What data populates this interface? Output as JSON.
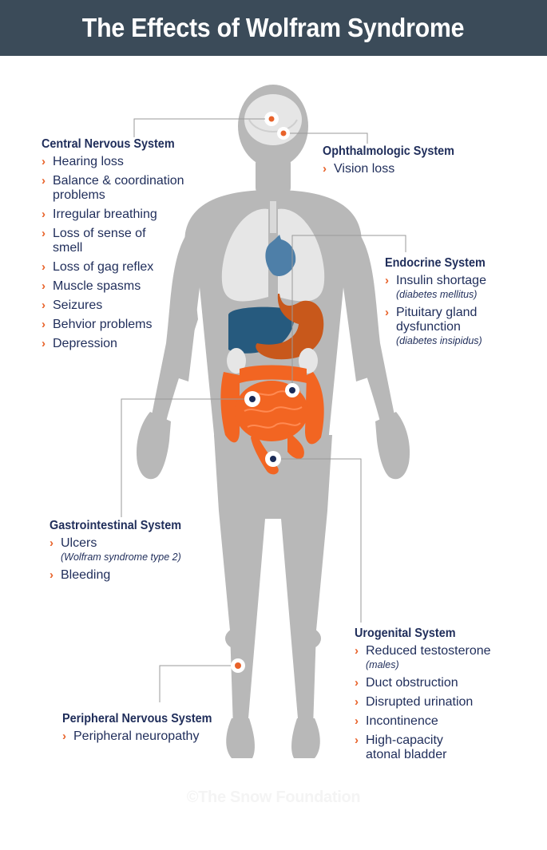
{
  "title": "The Effects of Wolfram Syndrome",
  "colors": {
    "header_bg": "#3b4b59",
    "body_gray": "#b8b8b8",
    "lung_gray": "#e6e6e6",
    "organ_blue": "#265a7e",
    "intestine_orange": "#f26522",
    "stomach_orange": "#c8581b",
    "text_navy": "#1f2d5a",
    "bullet_orange": "#e8622a"
  },
  "sections": {
    "cns": {
      "heading": "Central Nervous System",
      "items": [
        {
          "text": "Hearing loss"
        },
        {
          "text": "Balance & coordination problems"
        },
        {
          "text": "Irregular breathing"
        },
        {
          "text": "Loss of sense of smell"
        },
        {
          "text": "Loss of gag reflex"
        },
        {
          "text": "Muscle spasms"
        },
        {
          "text": "Seizures"
        },
        {
          "text": "Behvior problems"
        },
        {
          "text": "Depression"
        }
      ]
    },
    "ophthalmologic": {
      "heading": "Ophthalmologic System",
      "items": [
        {
          "text": "Vision loss"
        }
      ]
    },
    "endocrine": {
      "heading": "Endocrine System",
      "items": [
        {
          "text": "Insulin shortage",
          "note": "(diabetes mellitus)"
        },
        {
          "text": "Pituitary gland dysfunction",
          "note": "(diabetes insipidus)"
        }
      ]
    },
    "gastrointestinal": {
      "heading": "Gastrointestinal System",
      "items": [
        {
          "text": "Ulcers",
          "note": "(Wolfram syndrome type 2)"
        },
        {
          "text": "Bleeding"
        }
      ]
    },
    "urogenital": {
      "heading": "Urogenital System",
      "items": [
        {
          "text": "Reduced testosterone",
          "note": "(males)"
        },
        {
          "text": "Duct obstruction"
        },
        {
          "text": "Disrupted urination"
        },
        {
          "text": "Incontinence"
        },
        {
          "text": "High-capacity atonal bladder"
        }
      ]
    },
    "pns": {
      "heading": "Peripheral Nervous System",
      "items": [
        {
          "text": "Peripheral neuropathy"
        }
      ]
    }
  },
  "watermark": "©The Snow Foundation"
}
